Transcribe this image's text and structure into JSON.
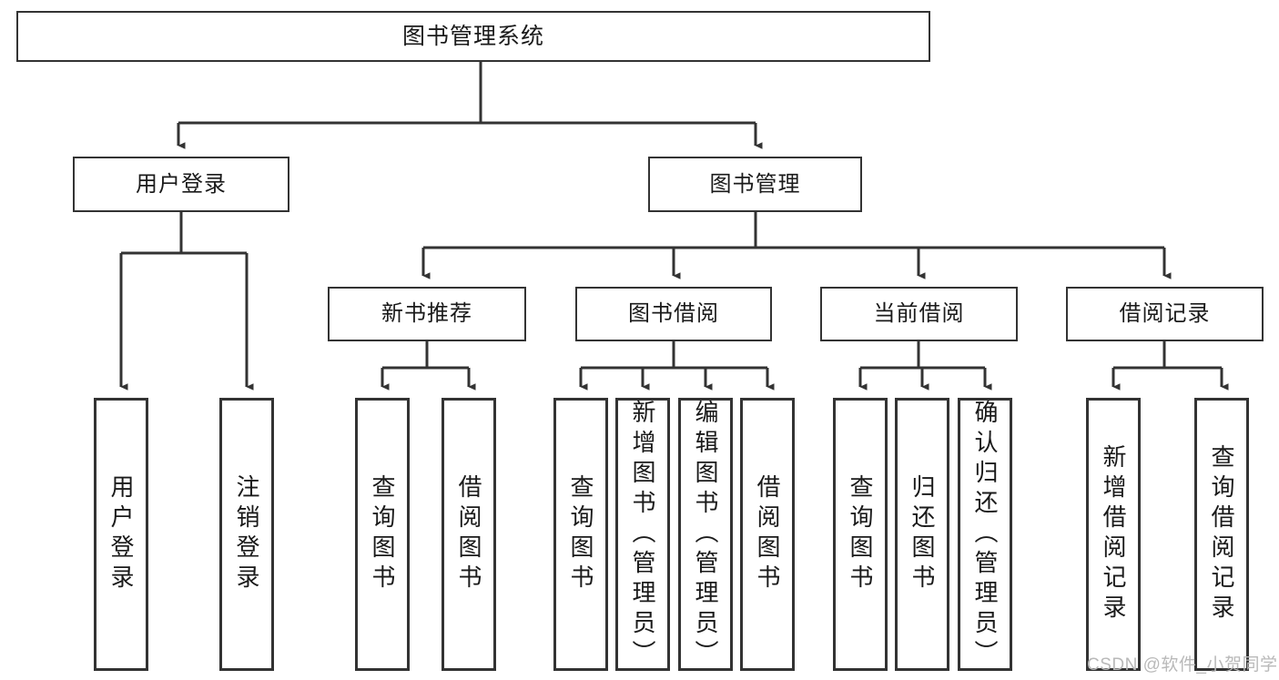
{
  "diagram": {
    "title": "图书管理系统",
    "type": "tree-hierarchy-chart",
    "root": {
      "label": "图书管理系统"
    },
    "level2": [
      {
        "label": "用户登录"
      },
      {
        "label": "图书管理"
      }
    ],
    "level3": [
      {
        "label": "新书推荐"
      },
      {
        "label": "图书借阅"
      },
      {
        "label": "当前借阅"
      },
      {
        "label": "借阅记录"
      }
    ],
    "leaves": [
      {
        "label": "用户登录"
      },
      {
        "label": "注销登录"
      },
      {
        "label": "查询图书"
      },
      {
        "label": "借阅图书"
      },
      {
        "label": "查询图书"
      },
      {
        "label": "新增图书（管理员）"
      },
      {
        "label": "编辑图书（管理员）"
      },
      {
        "label": "借阅图书"
      },
      {
        "label": "查询图书"
      },
      {
        "label": "归还图书"
      },
      {
        "label": "确认归还（管理员）"
      },
      {
        "label": "新增借阅记录"
      },
      {
        "label": "查询借阅记录"
      }
    ]
  },
  "watermark": {
    "text": "CSDN @软件_小贺同学"
  },
  "colors": {
    "stroke": "#333333",
    "background": "#ffffff",
    "text": "#1a1a1a",
    "watermark": "#b9b9b9"
  }
}
